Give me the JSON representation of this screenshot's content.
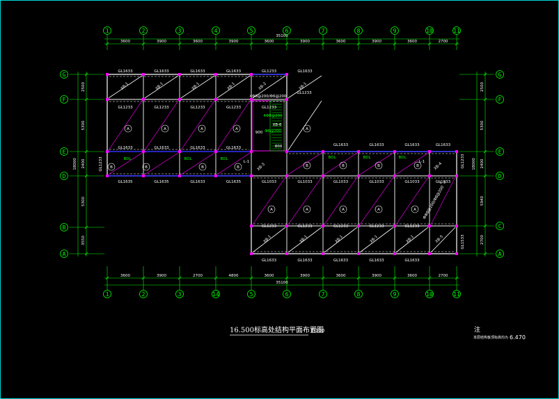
{
  "drawing": {
    "title": "16.500标高处结构平面布置图",
    "scale": "1:100",
    "note_title": "注",
    "note_text": "本层结构板顶标高均为",
    "note_value": "6.470"
  },
  "axes_bottom": [
    "1",
    "2",
    "3",
    "14",
    "5",
    "6",
    "7",
    "8",
    "9",
    "10",
    "11"
  ],
  "axes_top": [
    "1",
    "2",
    "3",
    "4",
    "5",
    "6",
    "7",
    "8",
    "9",
    "10",
    "11"
  ],
  "axes_left": [
    "G",
    "F",
    "E",
    "D",
    "B",
    "A"
  ],
  "axes_right": [
    "G",
    "F",
    "E",
    "D",
    "C",
    "A"
  ],
  "dims": {
    "top_total": "35100",
    "top_spans": [
      "3600",
      "3900",
      "3600",
      "3900",
      "3600",
      "3900",
      "3600",
      "3900",
      "3600",
      "2700"
    ],
    "bottom_total": "35100",
    "bottom_spans": [
      "3600",
      "3900",
      "2700",
      "4800",
      "3600",
      "3900",
      "3600",
      "3900",
      "3600",
      "2700"
    ],
    "left_spans": [
      "2500",
      "5300",
      "2400",
      "5300",
      "3550"
    ],
    "left_total": "18000",
    "right_spans": [
      "2500",
      "5300",
      "2400",
      "5940",
      "2700"
    ],
    "right_total": "18000"
  },
  "beams": {
    "top_row": [
      "GL1633",
      "GL1633",
      "GL1633",
      "GL1633",
      "GL1233",
      "GL1633"
    ],
    "f_row": [
      "GL1233",
      "GL1233",
      "GL1233",
      "GL1233",
      "GL1233"
    ],
    "e_row_left": [
      "GL1633",
      "GL1633",
      "GL1633",
      "GL1633"
    ],
    "e_row_right": [
      "GL1633",
      "GL1633",
      "GL1633",
      "GL1633"
    ],
    "d_row_left": [
      "GL1635",
      "GL1635",
      "GL1633",
      "GL1635",
      "GL1033"
    ],
    "d_row_right": [
      "GL1033",
      "GL1033",
      "GL1033",
      "GL1033",
      "GL1033"
    ],
    "c_row": [
      "GL1233",
      "GL1233",
      "GL1233",
      "GL1233",
      "GL1233"
    ],
    "bottom_row": [
      "GL1633",
      "GL1633",
      "GL1633",
      "GL1633",
      "GL1633"
    ],
    "left_side": "GL1233",
    "right_side_upper": "GL1233",
    "right_side_lower": "GL1533",
    "bdl": "BDL"
  },
  "slabs": {
    "xb1": "XB-1",
    "xb2": "XB-2",
    "xb3": "XB-3",
    "xb4": "XB-4",
    "xb5": "XB-5",
    "xb6": "XB-6",
    "l1": "L-1",
    "l3": "L-3",
    "a": "A",
    "b": "B"
  },
  "stair": {
    "label1": "4Φ8@200/Φ6@200",
    "label2": "4Φ8@200",
    "label3": "Φ6@200",
    "label4": "900",
    "label5": "800",
    "side_label": "ΦФ8@200/Φ8@200"
  },
  "colors": {
    "grid": "#00ff00",
    "wall": "#ffffff",
    "column": "#ff00ff",
    "diagonal": "#c000c0",
    "beam_blue": "#3030ff",
    "frame": "#00d8d8"
  }
}
